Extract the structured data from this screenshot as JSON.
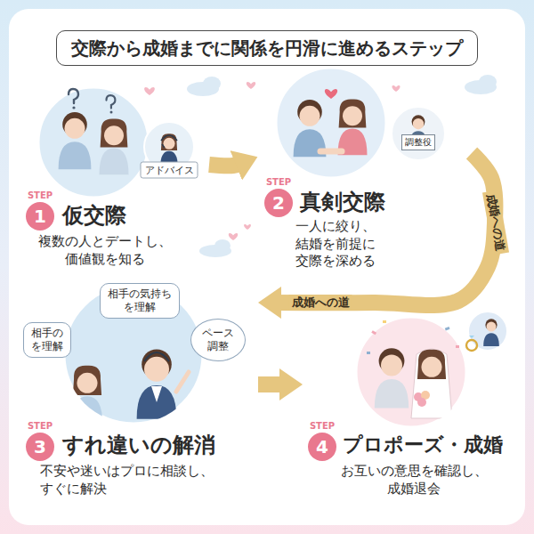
{
  "diagram": {
    "title": "交際から成婚までに関係を円滑に進めるステップ",
    "nodes": [
      {
        "text": [
          "1",
          "仮交際",
          "複数の人とデートし、価値観を知る"
        ]
      },
      {
        "text": [
          "2",
          "真剣交際",
          "一人に絞り、結婚を前提に交際を深める"
        ]
      },
      {
        "text": [
          "3",
          "すれ違いの解消",
          "不安や迷いはプロに相談し、すぐに解決"
        ]
      },
      {
        "text": [
          "相手の気持ちを理解"
        ],
        "in": 2
      },
      {
        "text": [
          "相手のを理解"
        ],
        "in": 2
      },
      {
        "text": [
          "ペース調整"
        ],
        "in": 2
      },
      {
        "text": [
          "4",
          "プロポーズ・成婚",
          "お互いの意思を確認し、成婚退会"
        ]
      }
    ],
    "edges": [
      {
        "from": 0,
        "to": 1,
        "arrow": "to"
      },
      {
        "from": 1,
        "to": 2,
        "arrow": "to"
      },
      {
        "from": 2,
        "to": 6,
        "arrow": "to"
      }
    ],
    "labels": [
      "アドバイス",
      "STEP",
      "調整役",
      "STEP",
      "成婚への道",
      "成婚への道",
      "STEP",
      "STEP"
    ]
  }
}
